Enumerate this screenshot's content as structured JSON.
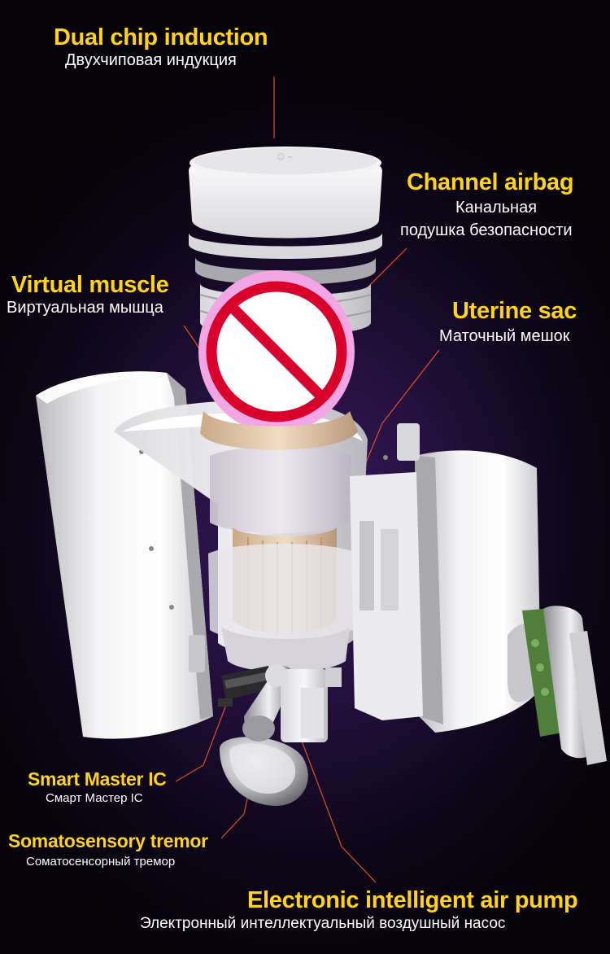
{
  "labels": {
    "dual_chip": {
      "en": "Dual chip induction",
      "ru": "Двухчиповая индукция"
    },
    "channel_airbag": {
      "en": "Channel airbag",
      "ru1": "Канальная",
      "ru2": "подушка безопасности"
    },
    "virtual_muscle": {
      "en": "Virtual muscle",
      "ru": "Виртуальная мышца"
    },
    "uterine_sac": {
      "en": "Uterine sac",
      "ru": "Маточный мешок"
    },
    "smart_master": {
      "en": "Smart Master IC",
      "ru": "Смарт Мастер IC"
    },
    "somatosensory": {
      "en": "Somatosensory tremor",
      "ru": "Соматосенсорный тремор"
    },
    "air_pump": {
      "en": "Electronic intelligent air pump",
      "ru": "Электронный интеллектуальный воздушный насос"
    }
  },
  "colors": {
    "accent_text": "#ffd21e",
    "leader_line": "#e0502a",
    "censor_pink": "#f2a6e4",
    "censor_mark": "#d9002b"
  },
  "icons": {
    "censor": "prohibited-sign-icon"
  }
}
